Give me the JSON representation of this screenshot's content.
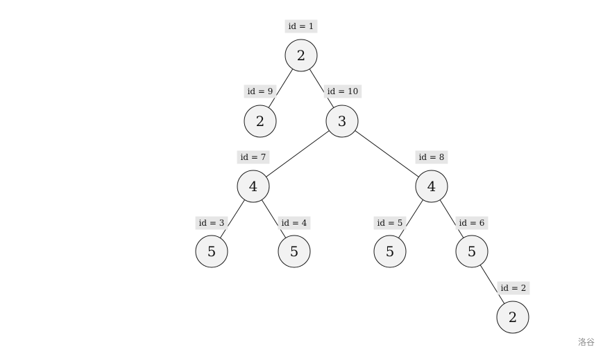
{
  "tree": {
    "nodes": [
      {
        "key": "n1",
        "value": "2",
        "id_label": "id = 1"
      },
      {
        "key": "n9",
        "value": "2",
        "id_label": "id = 9"
      },
      {
        "key": "n10",
        "value": "3",
        "id_label": "id = 10"
      },
      {
        "key": "n7",
        "value": "4",
        "id_label": "id = 7"
      },
      {
        "key": "n8",
        "value": "4",
        "id_label": "id = 8"
      },
      {
        "key": "n3",
        "value": "5",
        "id_label": "id = 3"
      },
      {
        "key": "n4",
        "value": "5",
        "id_label": "id = 4"
      },
      {
        "key": "n5",
        "value": "5",
        "id_label": "id = 5"
      },
      {
        "key": "n6",
        "value": "5",
        "id_label": "id = 6"
      },
      {
        "key": "n2",
        "value": "2",
        "id_label": "id = 2"
      }
    ],
    "edges": [
      [
        "n1",
        "n9"
      ],
      [
        "n1",
        "n10"
      ],
      [
        "n10",
        "n7"
      ],
      [
        "n10",
        "n8"
      ],
      [
        "n7",
        "n3"
      ],
      [
        "n7",
        "n4"
      ],
      [
        "n8",
        "n5"
      ],
      [
        "n8",
        "n6"
      ],
      [
        "n6",
        "n2"
      ]
    ]
  },
  "watermark": "洛谷"
}
